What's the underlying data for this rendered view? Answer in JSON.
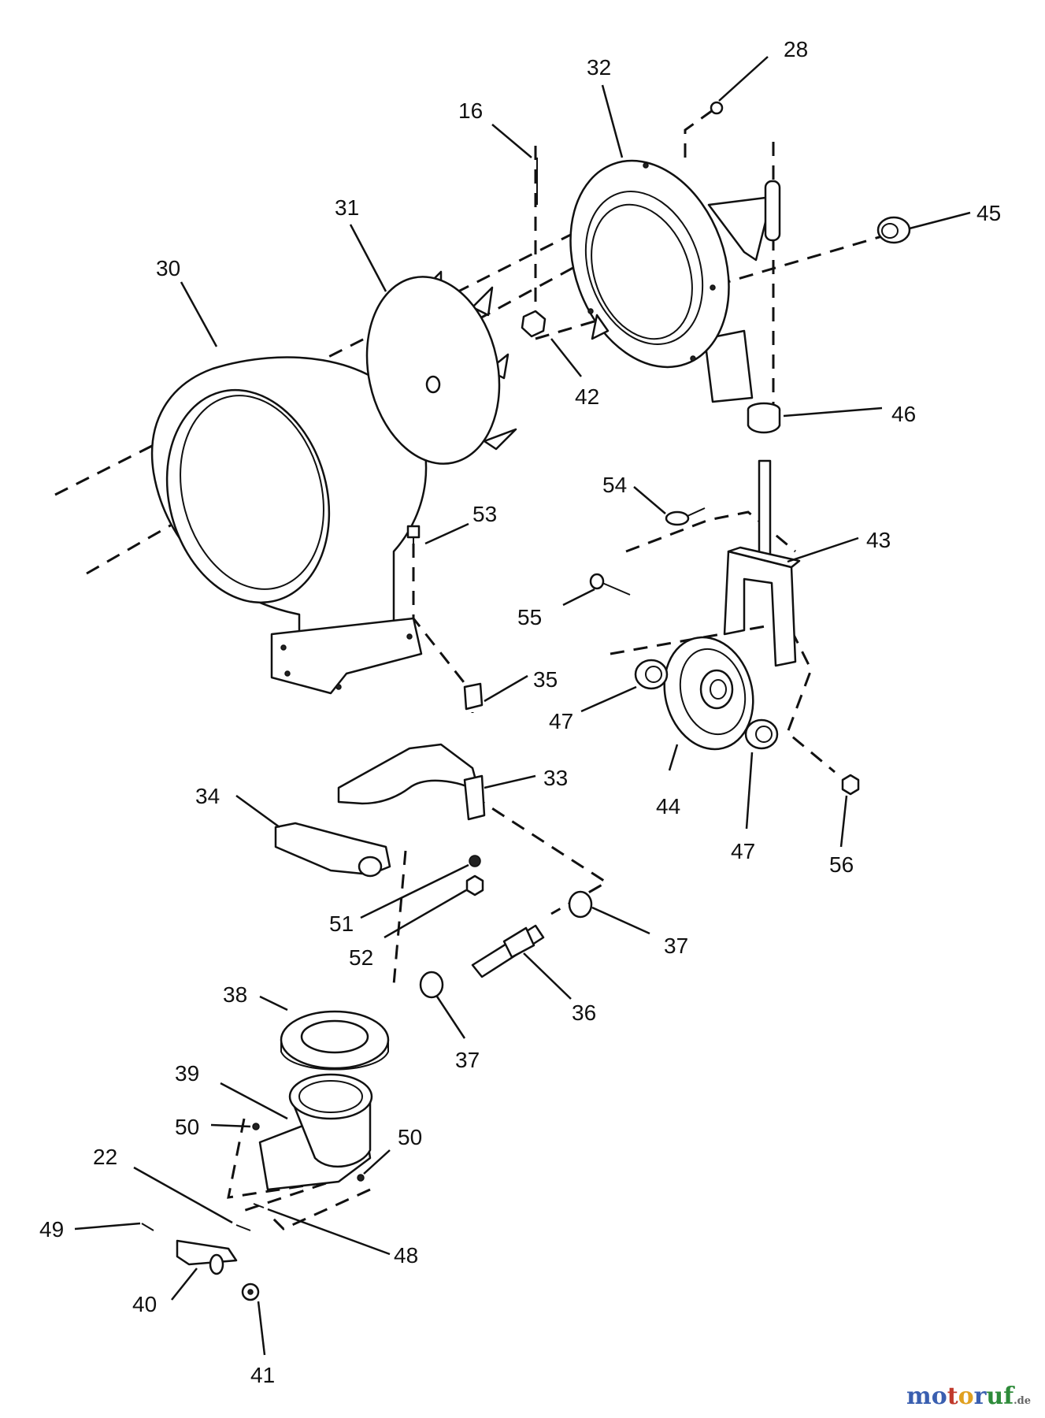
{
  "callouts": [
    {
      "id": "c28",
      "text": "28"
    },
    {
      "id": "c32",
      "text": "32"
    },
    {
      "id": "c16",
      "text": "16"
    },
    {
      "id": "c45",
      "text": "45"
    },
    {
      "id": "c31",
      "text": "31"
    },
    {
      "id": "c30",
      "text": "30"
    },
    {
      "id": "c42",
      "text": "42"
    },
    {
      "id": "c46",
      "text": "46"
    },
    {
      "id": "c54",
      "text": "54"
    },
    {
      "id": "c53",
      "text": "53"
    },
    {
      "id": "c43",
      "text": "43"
    },
    {
      "id": "c55",
      "text": "55"
    },
    {
      "id": "c35",
      "text": "35"
    },
    {
      "id": "c47a",
      "text": "47"
    },
    {
      "id": "c33",
      "text": "33"
    },
    {
      "id": "c34",
      "text": "34"
    },
    {
      "id": "c44",
      "text": "44"
    },
    {
      "id": "c47b",
      "text": "47"
    },
    {
      "id": "c56",
      "text": "56"
    },
    {
      "id": "c51",
      "text": "51"
    },
    {
      "id": "c52",
      "text": "52"
    },
    {
      "id": "c37a",
      "text": "37"
    },
    {
      "id": "c38",
      "text": "38"
    },
    {
      "id": "c36",
      "text": "36"
    },
    {
      "id": "c37b",
      "text": "37"
    },
    {
      "id": "c39",
      "text": "39"
    },
    {
      "id": "c50a",
      "text": "50"
    },
    {
      "id": "c50b",
      "text": "50"
    },
    {
      "id": "c22",
      "text": "22"
    },
    {
      "id": "c49",
      "text": "49"
    },
    {
      "id": "c48",
      "text": "48"
    },
    {
      "id": "c40",
      "text": "40"
    },
    {
      "id": "c41",
      "text": "41"
    }
  ],
  "watermark": {
    "letters": [
      "m",
      "o",
      "t",
      "o",
      "r",
      "u",
      "f"
    ],
    "letter_colors": [
      "#3a5fb0",
      "#3a5fb0",
      "#c0392b",
      "#e0a020",
      "#3a5fb0",
      "#2e8b3a",
      "#2e8b3a"
    ],
    "suffix": ".de"
  }
}
